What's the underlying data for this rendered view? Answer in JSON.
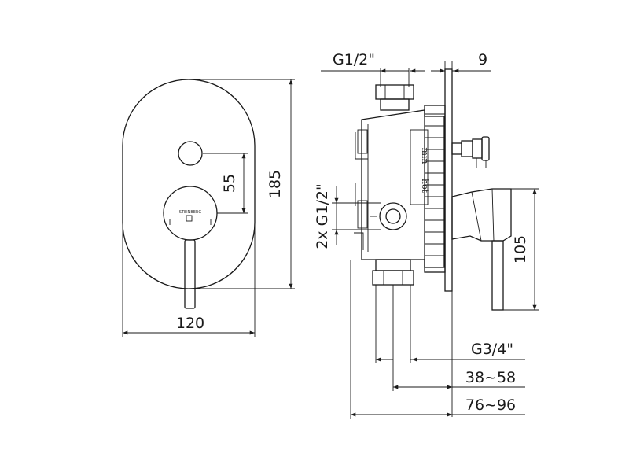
{
  "front_view": {
    "width_label": "120",
    "height_label": "185",
    "spacing_label": "55",
    "brand": "STEINBERG"
  },
  "side_view": {
    "top_inlet_label": "G1/2\"",
    "plate_label": "9",
    "side_inlet_label": "2x G1/2\"",
    "valve_label_min": "min",
    "valve_label_hot": "hot",
    "spout_drop_label": "105",
    "outlet_label": "G3/4\"",
    "depth_short_label": "38~58",
    "depth_long_label": "76~96"
  }
}
